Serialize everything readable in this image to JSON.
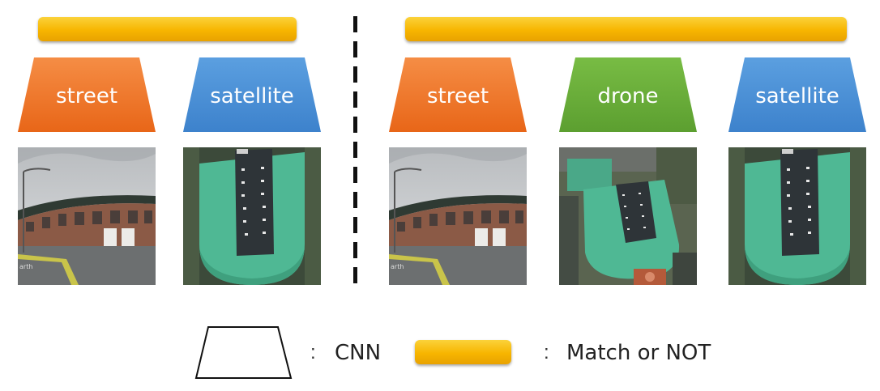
{
  "panels": {
    "left": {
      "encoders": [
        {
          "label": "street",
          "color": "#f07a2a"
        },
        {
          "label": "satellite",
          "color": "#4a8fd6"
        }
      ],
      "images": [
        "street-view-photo",
        "satellite-photo"
      ]
    },
    "right": {
      "encoders": [
        {
          "label": "street",
          "color": "#f07a2a"
        },
        {
          "label": "drone",
          "color": "#66ad3a"
        },
        {
          "label": "satellite",
          "color": "#4a8fd6"
        }
      ],
      "images": [
        "street-view-photo",
        "drone-photo",
        "satellite-photo"
      ]
    }
  },
  "legend": {
    "cnn_colon": ":",
    "cnn_label": "CNN",
    "match_colon": ":",
    "match_label": "Match or NOT"
  },
  "colors": {
    "bar": "#f7b500",
    "street": "#f07a2a",
    "drone": "#66ad3a",
    "satellite": "#4a8fd6",
    "stadium_roof": "#4fb894"
  },
  "photo_watermark": "arth"
}
